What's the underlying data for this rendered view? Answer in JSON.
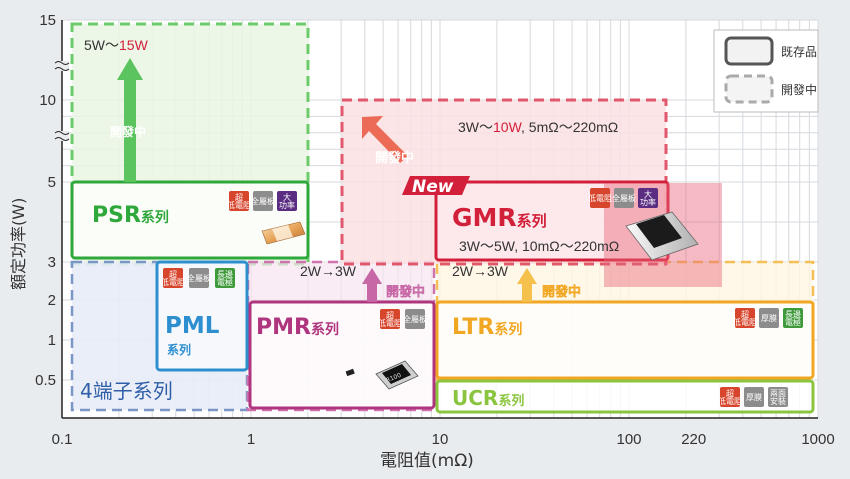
{
  "chart_data": {
    "type": "block-map",
    "xlabel": "電阻值(mΩ)",
    "ylabel": "額定功率(W)",
    "x_scale": "log",
    "xlim": [
      0.1,
      1000
    ],
    "x_ticks": [
      "0.1",
      "1",
      "10",
      "100",
      "220",
      "1000"
    ],
    "y_ticks": [
      "0.5",
      "1",
      "2",
      "3",
      "5",
      "10",
      "15"
    ],
    "legend": [
      {
        "label": "既存品",
        "style": "solid"
      },
      {
        "label": "開發中",
        "style": "dashed"
      }
    ],
    "regions": [
      {
        "name": "PSR系列",
        "status": "existing",
        "color": "#2ea83a",
        "x": [
          0.1,
          1.4
        ],
        "y": [
          3,
          5
        ]
      },
      {
        "name": "PSR-dev",
        "status": "development",
        "color": "#5cc45f",
        "x": [
          0.1,
          1.4
        ],
        "y": [
          3,
          15
        ]
      },
      {
        "name": "GMR系列",
        "status": "existing",
        "color": "#d3203a",
        "x": [
          10,
          220
        ],
        "y": [
          3,
          5
        ]
      },
      {
        "name": "GMR-dev",
        "status": "development",
        "color": "#e05a6b",
        "x": [
          3.3,
          220
        ],
        "y": [
          3,
          10
        ]
      },
      {
        "name": "4端子系列",
        "status": "development",
        "color": "#6b8fc2",
        "x": [
          0.1,
          1
        ],
        "y": [
          0.2,
          3
        ]
      },
      {
        "name": "PML",
        "status": "existing",
        "color": "#2d8fd0",
        "x": [
          0.5,
          1
        ],
        "y": [
          0.5,
          3
        ]
      },
      {
        "name": "PMR系列",
        "status": "existing",
        "color": "#b0357f",
        "x": [
          1,
          10
        ],
        "y": [
          0.2,
          2
        ]
      },
      {
        "name": "PMR-dev",
        "status": "development",
        "color": "#c767a6",
        "x": [
          1,
          10
        ],
        "y": [
          0.2,
          3
        ]
      },
      {
        "name": "LTR系列",
        "status": "existing",
        "color": "#f2a722",
        "x": [
          10,
          1000
        ],
        "y": [
          0.5,
          2
        ]
      },
      {
        "name": "LTR-dev",
        "status": "development",
        "color": "#f6c04c",
        "x": [
          10,
          1000
        ],
        "y": [
          0.5,
          3
        ]
      },
      {
        "name": "UCR系列",
        "status": "existing",
        "color": "#8bc53f",
        "x": [
          10,
          1000
        ],
        "y": [
          0.2,
          0.5
        ]
      }
    ],
    "annotations": {
      "psr_dev": "5W～15W",
      "gmr_dev": "3W～10W, 5mΩ～220mΩ",
      "gmr_existing": "3W～5W, 10mΩ～220mΩ",
      "pmr_dev": "2W→3W",
      "ltr_dev": "2W→3W",
      "dev_arrow": "開發中",
      "new_tag": "New"
    }
  },
  "labels": {
    "psr": "PSR",
    "gmr": "GMR",
    "pml": "PML",
    "pmr": "PMR",
    "ltr": "LTR",
    "ucr": "UCR",
    "series_suffix": "系列",
    "four_terminal": "4端子系列",
    "psr_range_a": "5W～",
    "psr_range_b": "15W",
    "gmr_range_a": "3W～",
    "gmr_range_b": "10W",
    "gmr_range_c": ", 5mΩ～220mΩ"
  },
  "badges": {
    "super_low": [
      "超",
      "低電阻"
    ],
    "metal_plate": [
      "全屬板"
    ],
    "high_power": [
      "大",
      "功率"
    ],
    "low_resistance": [
      "低電阻"
    ],
    "long_electrode": [
      "長邊",
      "電極"
    ],
    "thick_film": [
      "厚膜"
    ],
    "double_side": [
      "兩面",
      "安裝"
    ]
  },
  "colors": {
    "badge_red": "#d7452c",
    "badge_gray": "#8c8c8c",
    "badge_purple": "#5a2d82",
    "badge_green": "#3f9a3c",
    "new_red": "#d3203a"
  },
  "resistor_marking": "R100"
}
